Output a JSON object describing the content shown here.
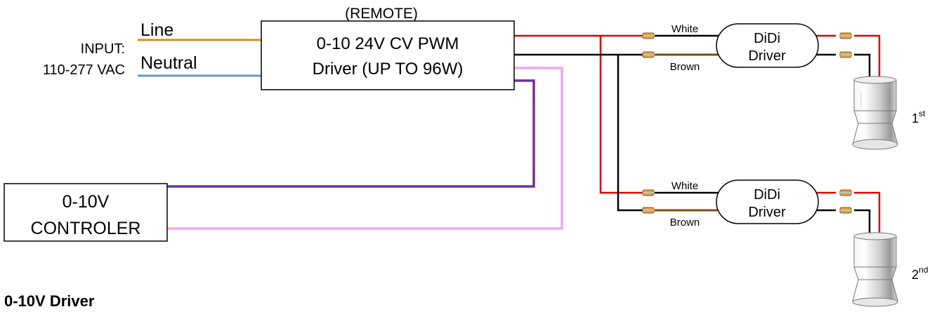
{
  "input": {
    "label_line1": "INPUT:",
    "label_line2": "110-277 VAC",
    "line_label": "Line",
    "neutral_label": "Neutral"
  },
  "driver": {
    "remote_label": "(REMOTE)",
    "line1": "0-10 24V CV PWM",
    "line2": "Driver (UP TO 96W)"
  },
  "controller": {
    "line1": "0-10V",
    "line2": "CONTROLER"
  },
  "didi_drivers": [
    {
      "line1": "DiDi",
      "line2": "Driver",
      "white_label": "White",
      "brown_label": "Brown",
      "fixture_num": "1",
      "fixture_sup": "st"
    },
    {
      "line1": "DiDi",
      "line2": "Driver",
      "white_label": "White",
      "brown_label": "Brown",
      "fixture_num": "2",
      "fixture_sup": "nd"
    }
  ],
  "footer_title": "0-10V Driver",
  "colors": {
    "line_wire": "#c8922a",
    "neutral_wire": "#5b9bd5",
    "red_wire": "#e00000",
    "black_wire": "#000000",
    "purple_wire": "#7030a0",
    "pink_wire": "#f4a6f4",
    "brown_wire": "#7b4a12",
    "connector": "#e8a23a"
  }
}
